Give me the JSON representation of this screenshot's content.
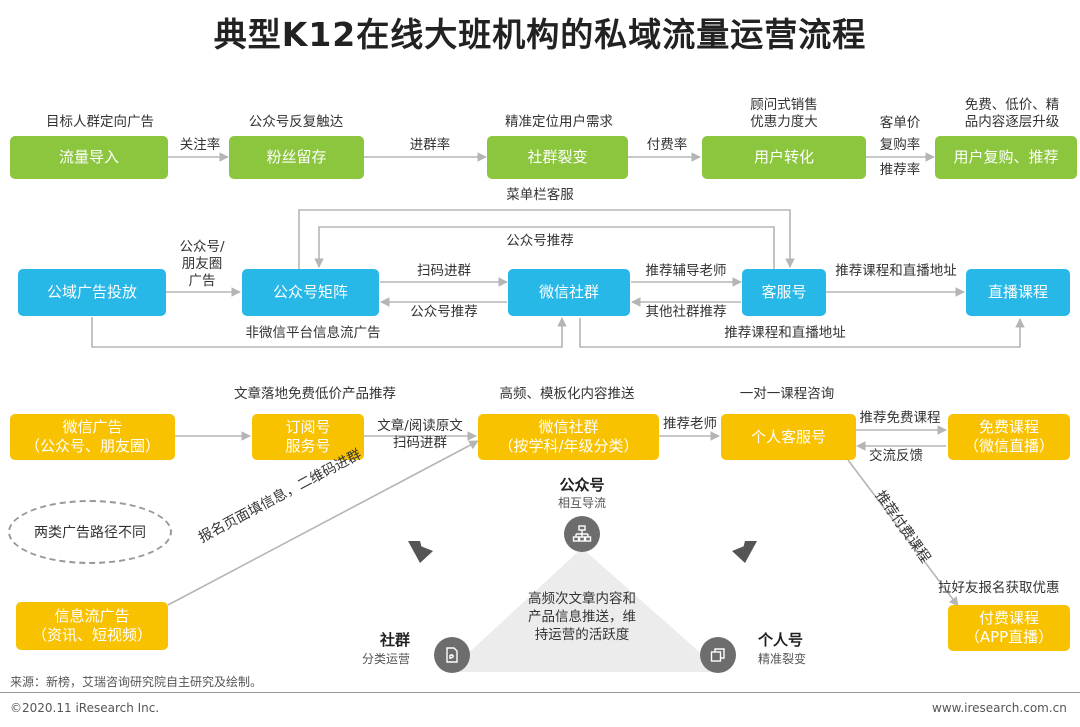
{
  "title": "典型K12在线大班机构的私域流量运营流程",
  "row1": {
    "boxes": [
      "流量导入",
      "粉丝留存",
      "社群裂变",
      "用户转化",
      "用户复购、推荐"
    ],
    "top_labels": [
      "目标人群定向广告",
      "公众号反复触达",
      "精准定位用户需求",
      "顾问式销售\n优惠力度大",
      "免费、低价、精\n品内容逐层升级"
    ],
    "arrow_labels": [
      "关注率",
      "进群率",
      "付费率",
      "客单价\n复购率",
      "推荐率"
    ]
  },
  "row2": {
    "boxes": [
      "公域广告投放",
      "公众号矩阵",
      "微信社群",
      "客服号",
      "直播课程"
    ],
    "labels": {
      "menu_service": "菜单栏客服",
      "oa_recommend_top": "公众号推荐",
      "oa_moments_ad": "公众号/\n朋友圈\n广告",
      "scan_join": "扫码进群",
      "oa_recommend": "公众号推荐",
      "recommend_tutor": "推荐辅导老师",
      "other_group_recommend": "其他社群推荐",
      "recommend_course_addr": "推荐课程和直播地址",
      "non_wechat_ad": "非微信平台信息流广告",
      "recommend_course_addr_bottom": "推荐课程和直播地址"
    }
  },
  "row3": {
    "boxes": {
      "wechat_ad": "微信广告\n（公众号、朋友圈）",
      "subscription": "订阅号\n服务号",
      "wechat_group": "微信社群\n（按学科/年级分类）",
      "personal_service": "个人客服号",
      "free_course": "免费课程\n（微信直播）",
      "feed_ad": "信息流广告\n（资讯、短视频）",
      "paid_course": "付费课程\n（APP直播）"
    },
    "labels": {
      "article_landing": "文章落地免费低价产品推荐",
      "article_read": "文章/阅读原文\n扫码进群",
      "high_freq": "高频、模板化内容推送",
      "recommend_teacher": "推荐老师",
      "one_on_one": "一对一课程咨询",
      "recommend_free": "推荐免费课程",
      "exchange_feedback": "交流反馈",
      "signup_diag": "报名页面填信息，二维码进群",
      "recommend_paid_diag": "推荐付费课程",
      "invite_discount": "拉好友报名获取优惠",
      "two_ad_paths": "两类广告路径不同"
    }
  },
  "triangle": {
    "top_title": "公众号",
    "top_sub": "相互导流",
    "left_title": "社群",
    "left_sub": "分类运营",
    "right_title": "个人号",
    "right_sub": "精准裂变",
    "center_text": "高频次文章内容和\n产品信息推送，维\n持运营的活跃度",
    "icons": [
      "org-chart-icon",
      "document-icon",
      "copy-icon"
    ]
  },
  "source": "来源：新榜，艾瑞咨询研究院自主研究及绘制。",
  "copyright": "©2020.11 iResearch Inc.",
  "website": "www.iresearch.com.cn",
  "colors": {
    "green": "#8cc63f",
    "blue": "#27b8e8",
    "yellow": "#f8c200",
    "line": "#b5b5b5"
  }
}
